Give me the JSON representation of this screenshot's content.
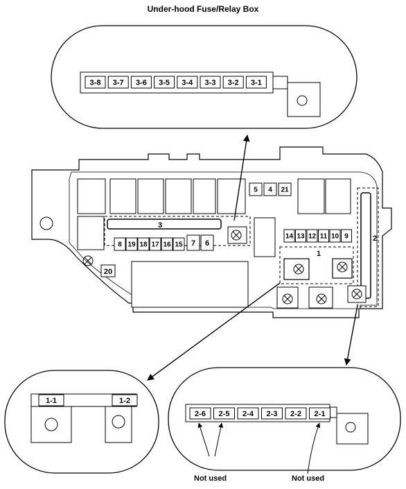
{
  "title": "Under-hood Fuse/Relay Box",
  "top_detail": {
    "fuses": [
      "3-8",
      "3-7",
      "3-6",
      "3-5",
      "3-4",
      "3-3",
      "3-2",
      "3-1"
    ]
  },
  "main_box": {
    "top_small": [
      "5",
      "4",
      "21"
    ],
    "label_3": "3",
    "row_left": [
      "8",
      "19",
      "18",
      "17",
      "16",
      "15",
      "7",
      "6"
    ],
    "fuse_20": "20",
    "row_right": [
      "14",
      "13",
      "12",
      "11",
      "10",
      "9"
    ],
    "label_1": "1",
    "label_2": "2"
  },
  "left_detail": {
    "fuses": [
      "1-1",
      "1-2"
    ]
  },
  "right_detail": {
    "fuses": [
      "2-6",
      "2-5",
      "2-4",
      "2-3",
      "2-2",
      "2-1"
    ]
  },
  "notes": {
    "not_used_left": "Not used",
    "not_used_right": "Not used"
  }
}
